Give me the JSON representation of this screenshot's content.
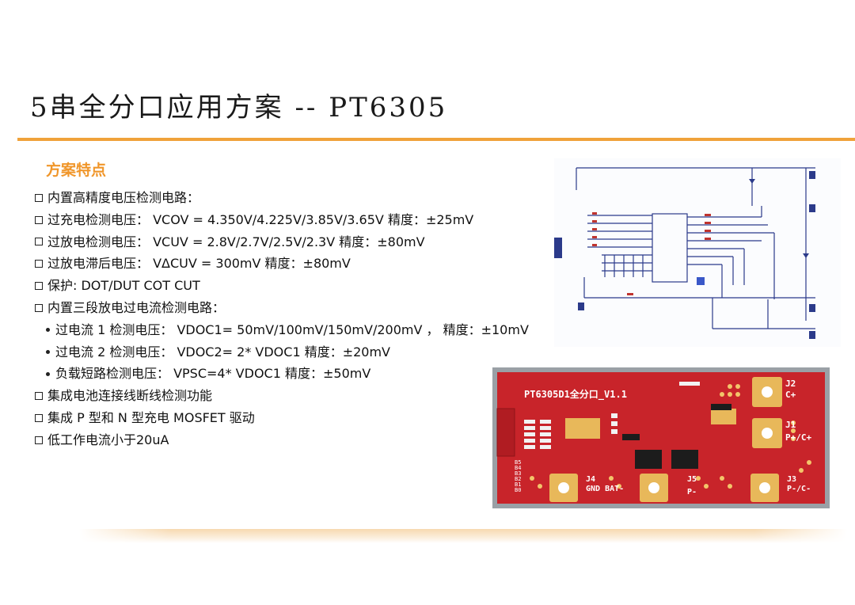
{
  "title": "5串全分口应用方案 -- PT6305",
  "section_heading": "方案特点",
  "features": [
    {
      "level": 1,
      "text": "内置高精度电压检测电路："
    },
    {
      "level": 1,
      "text": "过充电检测电压： VCOV = 4.350V/4.225V/3.85V/3.65V 精度：±25mV"
    },
    {
      "level": 1,
      "text": "过放电检测电压： VCUV = 2.8V/2.7V/2.5V/2.3V 精度：±80mV"
    },
    {
      "level": 1,
      "text": "过放电滞后电压： VΔCUV = 300mV 精度：±80mV"
    },
    {
      "level": 1,
      "text": "保护: DOT/DUT COT CUT"
    },
    {
      "level": 1,
      "text": "内置三段放电过电流检测电路："
    },
    {
      "level": 2,
      "text": "过电流 1 检测电压： VDOC1= 50mV/100mV/150mV/200mV ， 精度：±10mV"
    },
    {
      "level": 2,
      "text": "过电流 2 检测电压： VDOC2= 2* VDOC1 精度：±20mV"
    },
    {
      "level": 2,
      "text": "负载短路检测电压： VPSC=4* VDOC1 精度：±50mV"
    },
    {
      "level": 1,
      "text": "集成电池连接线断线检测功能"
    },
    {
      "level": 1,
      "text": "集成 P 型和 N 型充电 MOSFET 驱动"
    },
    {
      "level": 1,
      "text": "低工作电流小于20uA"
    }
  ],
  "pcb": {
    "board_label": "PT6305D1全分口_V1.1",
    "connectors": [
      {
        "id": "J2",
        "label": "C+"
      },
      {
        "id": "J1",
        "label": "P+/C+"
      },
      {
        "id": "J4",
        "label": "GND BAT-"
      },
      {
        "id": "J5",
        "label": "P-"
      },
      {
        "id": "J3",
        "label": "P-/C-"
      }
    ],
    "side_labels": [
      "B5",
      "B4",
      "B3",
      "B2",
      "B1",
      "B0"
    ]
  },
  "colors": {
    "accent": "#f0a23a",
    "heading": "#f0962a",
    "pcb_red": "#c8242a"
  }
}
